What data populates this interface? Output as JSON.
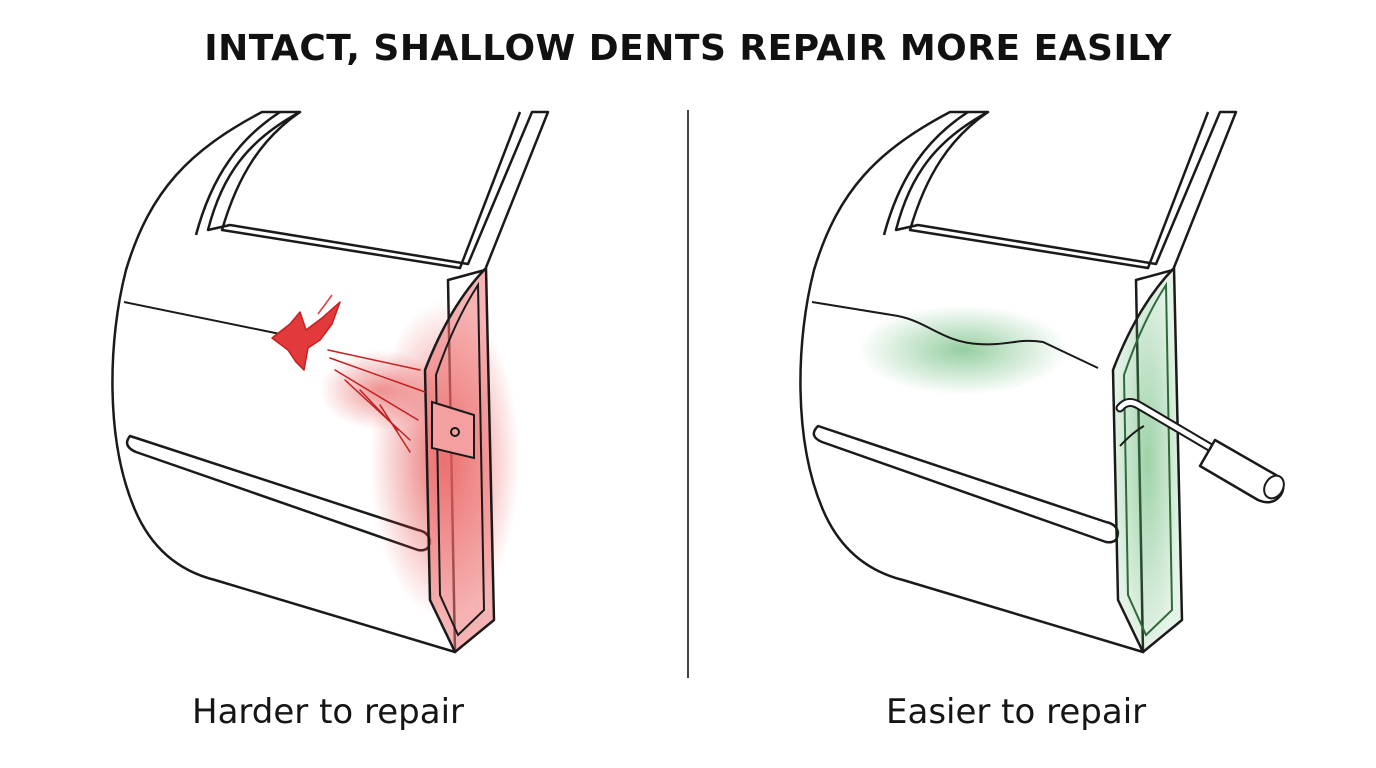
{
  "title": "INTACT, SHALLOW DENTS REPAIR MORE EASILY",
  "panels": [
    {
      "caption": "Harder to repair",
      "accent": "#e23a3a"
    },
    {
      "caption": "Easier to repair",
      "accent": "#4fae62"
    }
  ],
  "colors": {
    "outline": "#1a1a1a",
    "damage": "#e23a3a",
    "repairable": "#4fae62"
  }
}
